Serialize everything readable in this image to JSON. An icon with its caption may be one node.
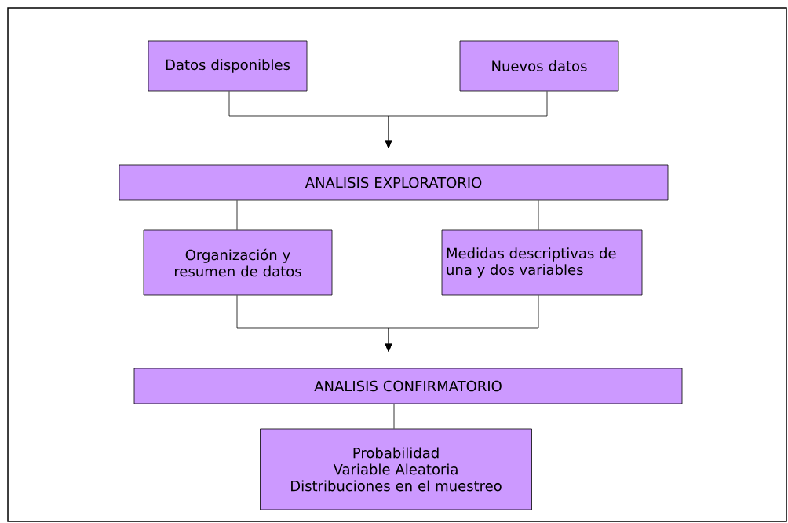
{
  "diagram": {
    "nodes": [
      {
        "text": [
          "Datos disponibles"
        ]
      },
      {
        "text": [
          "Nuevos datos"
        ]
      },
      {
        "text": [
          "ANALISIS EXPLORATORIO"
        ]
      },
      {
        "text": [
          "Organización y resumen de datos"
        ]
      },
      {
        "text": [
          "Medidas descriptivas de una y dos variables"
        ]
      },
      {
        "text": [
          "ANALISIS CONFIRMATORIO"
        ]
      },
      {
        "text": [
          "Probabilidad",
          "Variable Aleatoria",
          "Distribuciones en el muestreo"
        ]
      }
    ],
    "edges": [
      {
        "from": 0,
        "to": 2,
        "arrow": "to"
      },
      {
        "from": 1,
        "to": 2,
        "arrow": "to"
      },
      {
        "from": 2,
        "to": 3,
        "arrow": "none"
      },
      {
        "from": 2,
        "to": 4,
        "arrow": "none"
      },
      {
        "from": 3,
        "to": 5,
        "arrow": "to"
      },
      {
        "from": 4,
        "to": 5,
        "arrow": "to"
      },
      {
        "from": 5,
        "to": 6,
        "arrow": "none"
      }
    ]
  }
}
